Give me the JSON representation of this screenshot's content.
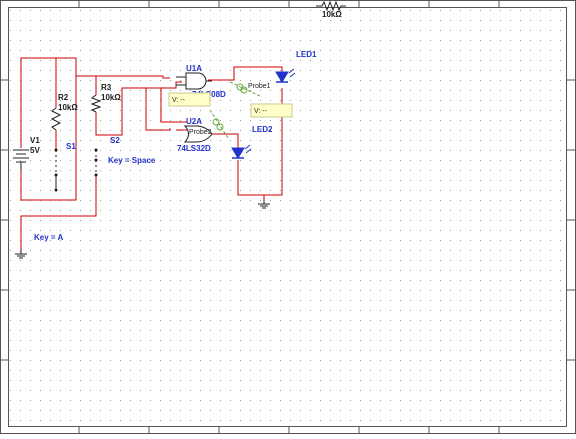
{
  "top_resistor": {
    "value": "10kΩ"
  },
  "battery": {
    "ref": "V1",
    "value": "5V",
    "key_label": "Key = A"
  },
  "r2": {
    "ref": "R2",
    "value": "10kΩ"
  },
  "r3": {
    "ref": "R3",
    "value": "10kΩ"
  },
  "s1": {
    "ref": "S1"
  },
  "s2": {
    "ref": "S2",
    "key_label": "Key = Space"
  },
  "u1": {
    "ref": "U1A",
    "part": "74LS08D"
  },
  "u2": {
    "ref": "U2A",
    "part": "74LS32D"
  },
  "led1": {
    "ref": "LED1"
  },
  "led2": {
    "ref": "LED2"
  },
  "probe1": {
    "name": "Probe1",
    "reading": "V: --"
  },
  "probe2": {
    "name": "Probe2",
    "reading": "V: --"
  },
  "colors": {
    "wire": "#cc0000",
    "label": "#2233cc",
    "component": "#202020",
    "probe_box": "#ffffc8",
    "probe_wire": "#66aa44"
  }
}
